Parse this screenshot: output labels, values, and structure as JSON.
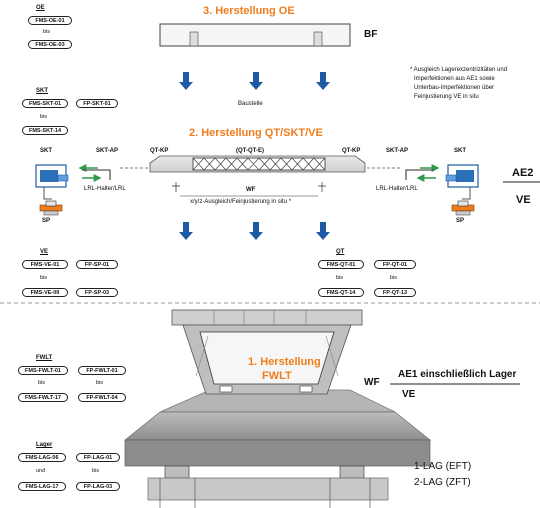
{
  "top_left": {
    "header": "OE",
    "items": [
      "FMS-OE-01",
      "bis",
      "FMS-OE-03"
    ]
  },
  "stage3": {
    "title": "3. Herstellung OE",
    "bf_label": "BF"
  },
  "note": [
    "* Ausgleich Lagerexzentrizitäten und",
    "Imperfektionen aus AE1 sowie",
    "Unterbau-Imperfektionen über",
    "Feinjustierung VE in situ"
  ],
  "baustelle": "Baustelle",
  "skt_list": {
    "header": "SKT",
    "items": [
      "FMS-SKT-01",
      "FP-SKT-01",
      "bis",
      "FMS-SKT-14"
    ]
  },
  "stage2": {
    "title": "2. Herstellung QT/SKT/VE"
  },
  "assembly": {
    "skt_left": "SKT",
    "skt_ap_left": "SKT-AP",
    "qt_kp_left": "QT-KP",
    "qt_qt_e": "(QT-QT-E)",
    "qt_kp_right": "QT-KP",
    "skt_ap_right": "SKT-AP",
    "skt_right": "SKT",
    "lrl_left": "LRL-Halter/LRL",
    "lrl_right": "LRL-Halter/LRL",
    "wf": "WF",
    "adjust": "x/y/z-Ausgleich/Feinjustierung in situ *",
    "sp_left": "SP",
    "sp_right": "SP"
  },
  "ae2": {
    "top": "AE2",
    "bottom": "VE"
  },
  "ve_list": {
    "header": "VE",
    "items": [
      "FMS-VE-01",
      "FP-SP-01",
      "bis",
      "FMS-VE-09",
      "FP-SP-03"
    ]
  },
  "qt_list": {
    "header": "QT",
    "items": [
      "FMS-QT-01",
      "FP-QT-01",
      "bis",
      "bis",
      "FMS-QT-14",
      "FP-QT-13"
    ]
  },
  "stage1": {
    "title": [
      "1. Herstellung",
      "FWLT"
    ]
  },
  "fwlt_list": {
    "header": "FWLT",
    "items": [
      "FMS-FWLT-01",
      "FP-FWLT-01",
      "bis",
      "bis",
      "FMS-FWLT-17",
      "FP-FWLT-04"
    ]
  },
  "ae1": {
    "left": "WF",
    "top": "AE1 einschließlich Lager",
    "bottom": "VE"
  },
  "lager_list": {
    "header": "Lager",
    "items": [
      "FMS-LAG-06",
      "FP-LAG-01",
      "und",
      "bis",
      "FMS-LAG-17",
      "FP-LAG-03"
    ]
  },
  "lag_labels": [
    "1-LAG (EFT)",
    "2-LAG (ZFT)"
  ],
  "colors": {
    "orange": "#f07d1c",
    "arrow_blue": "#1f5aa6",
    "green": "#2e9a4a",
    "gray": "#bdbdbd",
    "dark_gray": "#8a8a8a"
  }
}
